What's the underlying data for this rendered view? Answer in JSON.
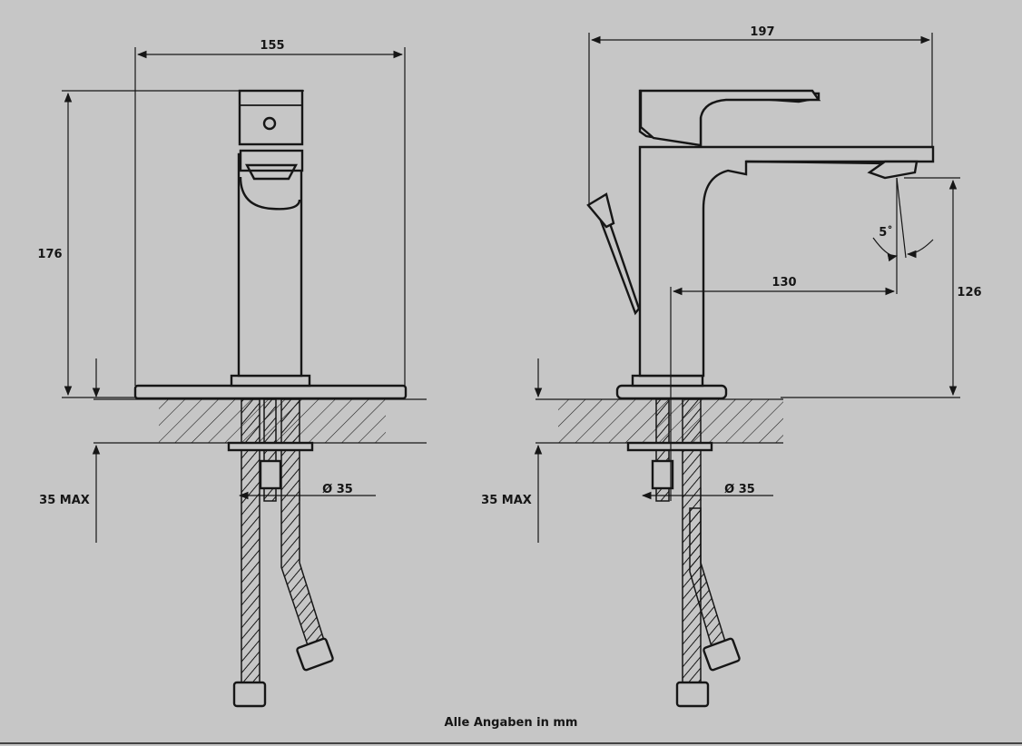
{
  "front_view": {
    "width_dim": "155",
    "height_dim": "176",
    "deck_dim": "35 MAX",
    "hole_dim": "Ø 35"
  },
  "side_view": {
    "width_dim": "197",
    "reach_dim": "130",
    "spout_height_dim": "126",
    "angle_dim": "5˚",
    "deck_dim": "35 MAX",
    "hole_dim": "Ø 35"
  },
  "caption": "Alle Angaben in mm",
  "colors": {
    "background": "#c6c6c6",
    "line": "#161616"
  }
}
